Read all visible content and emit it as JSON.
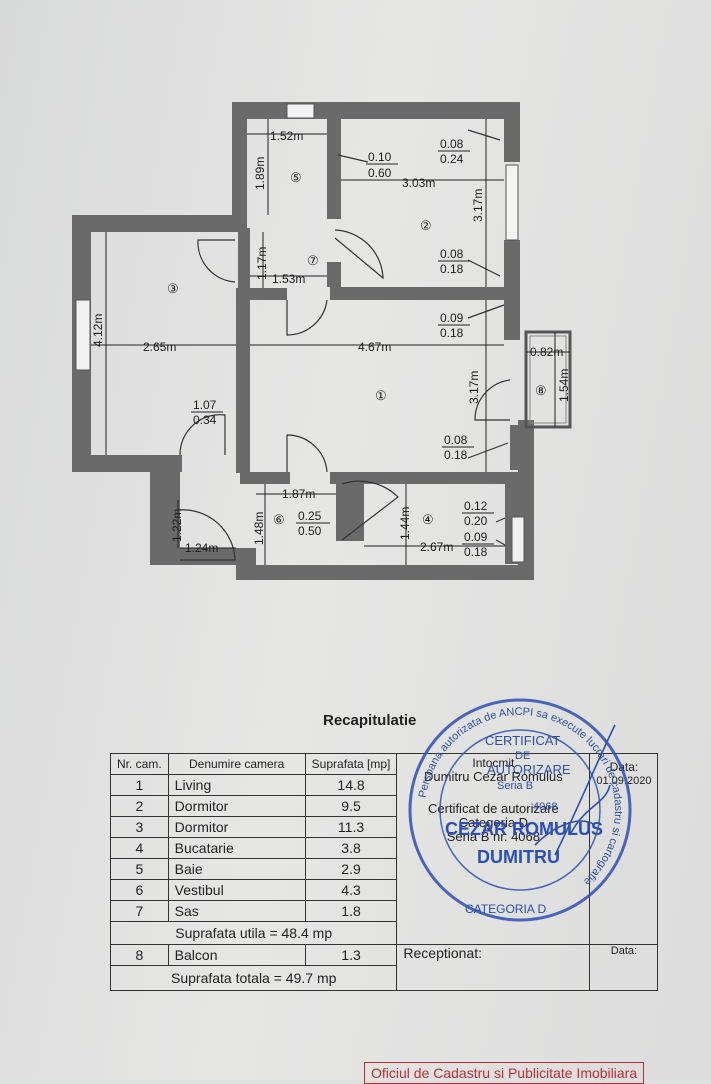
{
  "floor_plan": {
    "rooms": [
      {
        "num": "①"
      },
      {
        "num": "②"
      },
      {
        "num": "③"
      },
      {
        "num": "④"
      },
      {
        "num": "⑤"
      },
      {
        "num": "⑥"
      },
      {
        "num": "⑦"
      },
      {
        "num": "⑧"
      }
    ],
    "dims": {
      "r5_w": "1.52m",
      "r5_h": "1.89m",
      "r2_w": "3.03m",
      "r2_h": "3.17m",
      "r2_top_a": "0.10",
      "r2_top_b": "0.60",
      "r2_tr_a": "0.08",
      "r2_tr_b": "0.24",
      "r2_br_a": "0.08",
      "r2_br_b": "0.18",
      "r7_w": "1.53m",
      "r7_h": "1.17m",
      "r3_w": "2.65m",
      "r3_h": "4.12m",
      "r1_w": "4.67m",
      "r1_h": "3.17m",
      "r1_tr_a": "0.09",
      "r1_tr_b": "0.18",
      "r1_br_a": "0.08",
      "r1_br_b": "0.18",
      "r8_w": "0.82m",
      "r8_h": "1.54m",
      "hall_a": "1.07",
      "hall_b": "0.34",
      "r6_w": "1.87m",
      "r6_h": "1.48m",
      "r6_c_a": "0.25",
      "r6_c_b": "0.50",
      "r4_w": "2.67m",
      "r4_h": "1.44m",
      "r4_a": "0.12",
      "r4_b": "0.20",
      "r4_c": "0.09",
      "r4_d": "0.18",
      "ves_h": "1.22m",
      "ves_w": "1.24m"
    }
  },
  "recap": {
    "title": "Recapitulatie",
    "headers": {
      "nr": "Nr. cam.",
      "name": "Denumire camera",
      "area": "Suprafata [mp]"
    },
    "rows": [
      {
        "nr": "1",
        "name": "Living",
        "area": "14.8"
      },
      {
        "nr": "2",
        "name": "Dormitor",
        "area": "9.5"
      },
      {
        "nr": "3",
        "name": "Dormitor",
        "area": "11.3"
      },
      {
        "nr": "4",
        "name": "Bucatarie",
        "area": "3.8"
      },
      {
        "nr": "5",
        "name": "Baie",
        "area": "2.9"
      },
      {
        "nr": "6",
        "name": "Vestibul",
        "area": "4.3"
      },
      {
        "nr": "7",
        "name": "Sas",
        "area": "1.8"
      }
    ],
    "useful_area": "Suprafata utila = 48.4 mp",
    "balcony": {
      "nr": "8",
      "name": "Balcon",
      "area": "1.3"
    },
    "total_area": "Suprafata totala = 49.7 mp",
    "prepared_label": "Intocmit",
    "prepared_name": "Dumitru Cezar Romulus",
    "cert_line1": "Certificat de autorizare",
    "cert_line2": "Categoria D",
    "cert_line3": "Seria B nr. 4068",
    "date_label": "Data:",
    "date_value": "01.09.2020",
    "received_label": "Receptionat:",
    "date2_label": "Data:"
  },
  "stamp": {
    "outer_text": "Persoana autorizata de ANCPI sa execute lucrari de cadastru si cartografie",
    "line1": "CERTIFICAT",
    "line2": "DE",
    "line3": "AUTORIZARE",
    "line4": "Seria B",
    "line5": "4068",
    "name1": "CEZAR ROMULUS",
    "name2": "DUMITRU",
    "category": "CATEGORIA D"
  },
  "footer": {
    "office": "Oficiul de Cadastru si Publicitate Imobiliara"
  },
  "colors": {
    "wall": "#6a6a6a",
    "stamp": "#2b4fb8",
    "office": "#c03030"
  }
}
